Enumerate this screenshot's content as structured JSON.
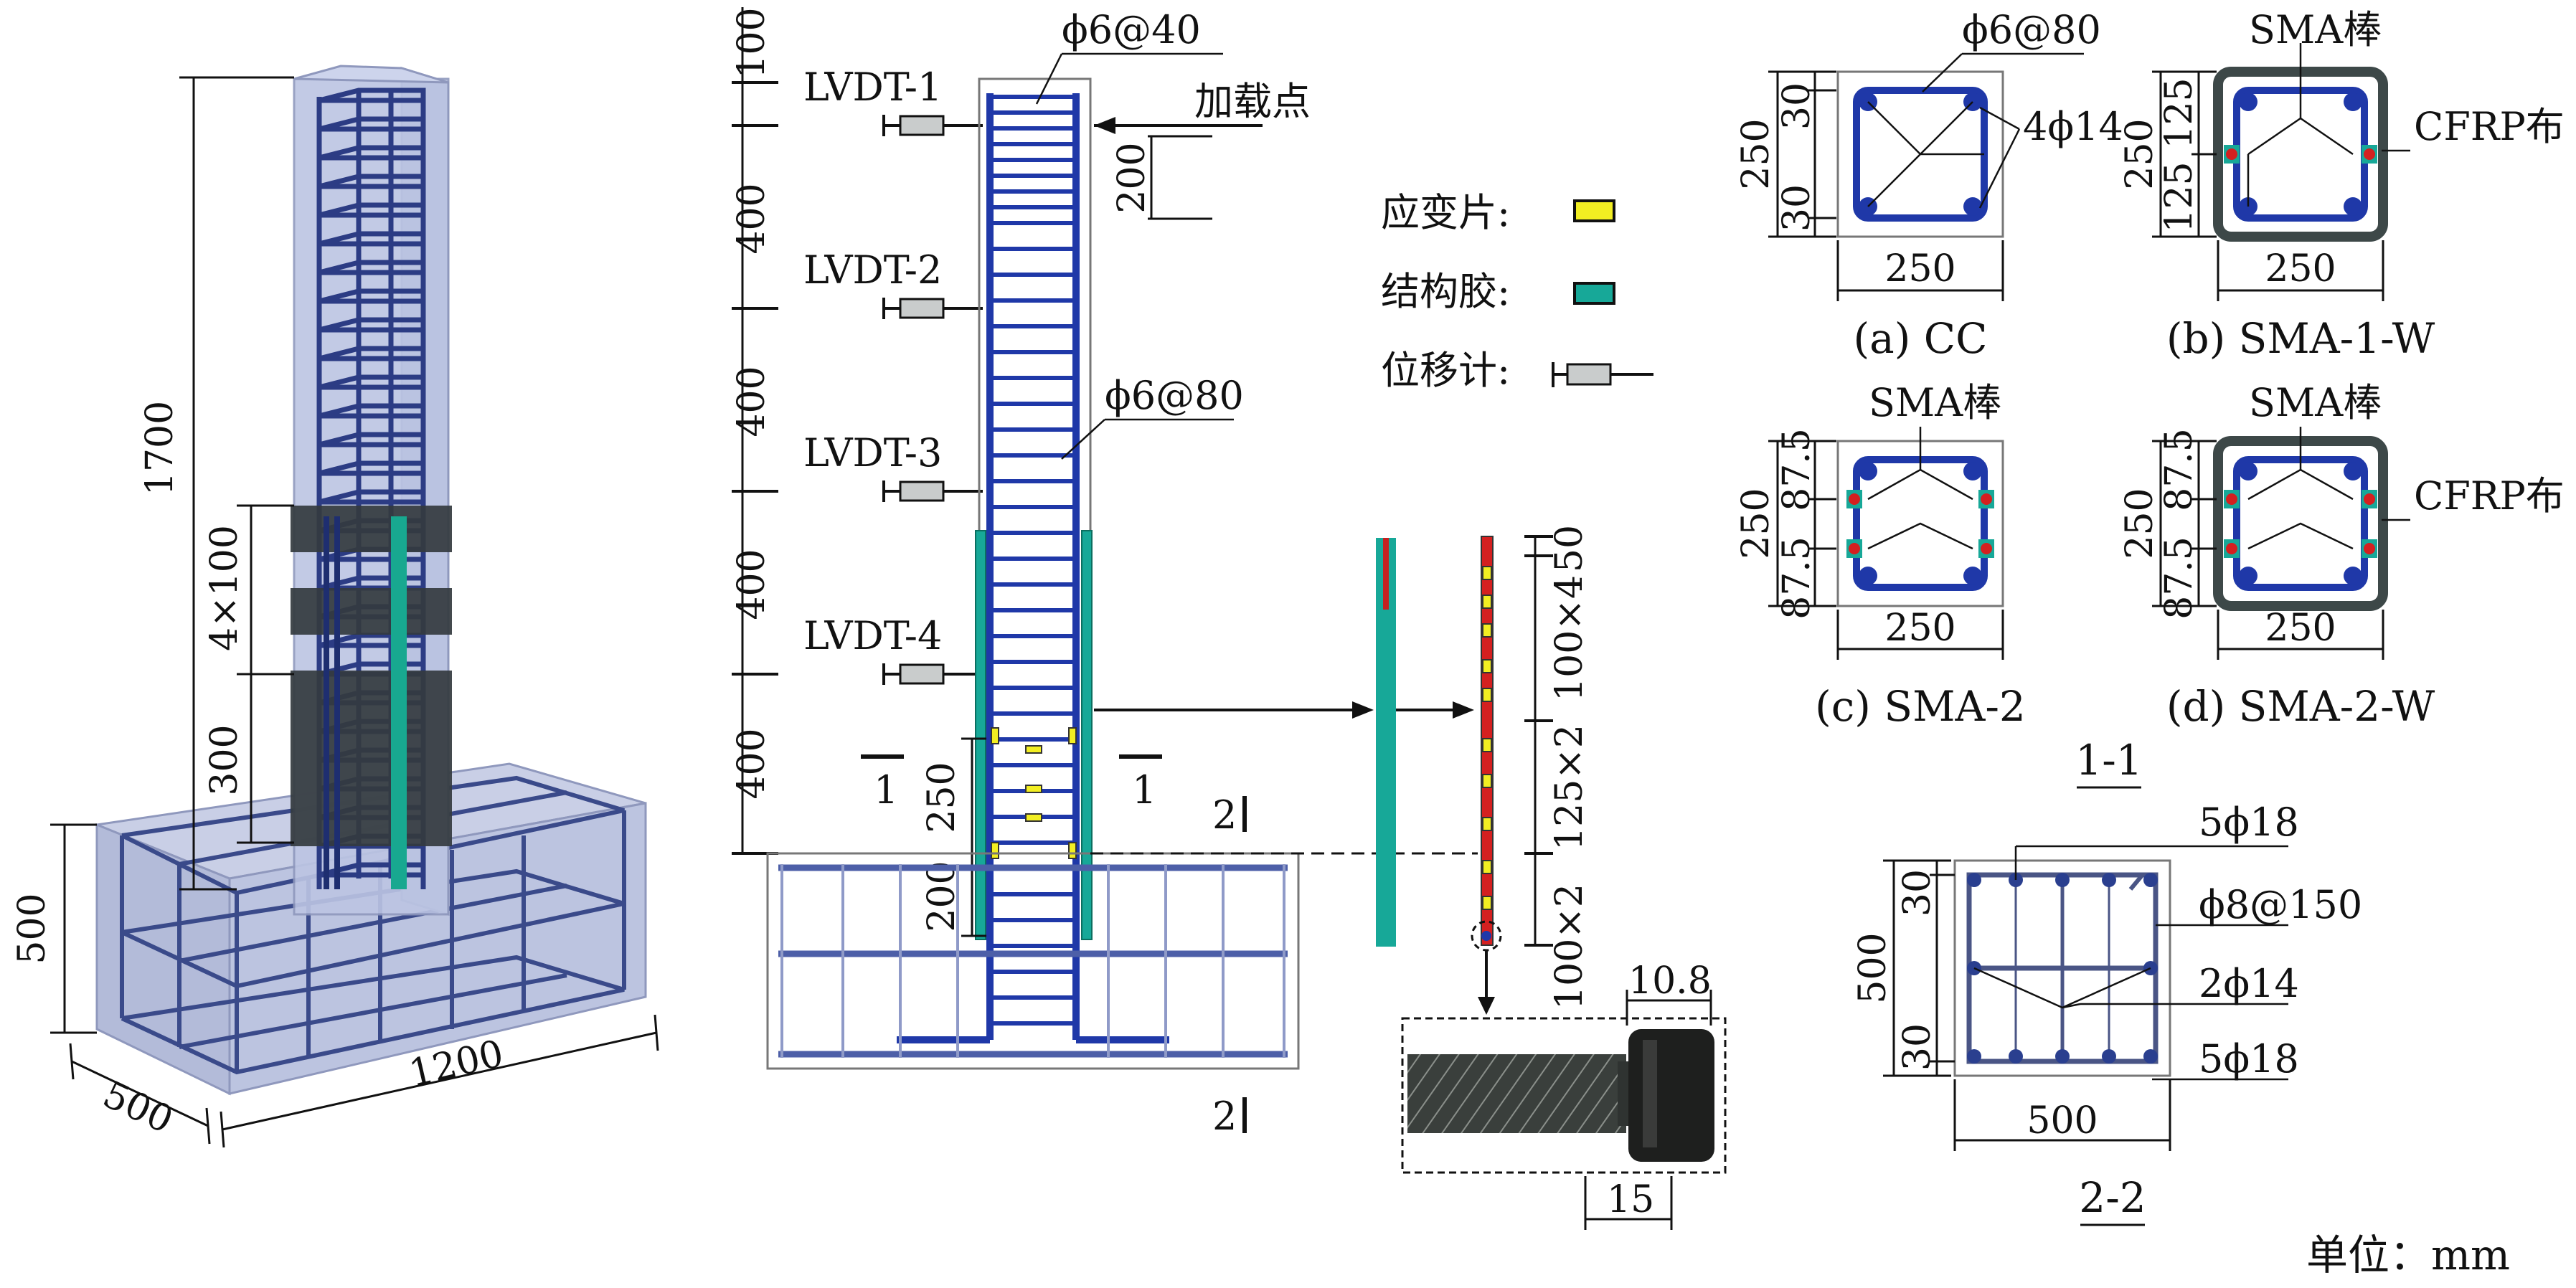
{
  "model3d": {
    "height_dim": "1700",
    "jacket_dim": "4×100",
    "band_dim": "300",
    "base_height_dim": "500",
    "base_depth_dim": "500",
    "base_length_dim": "1200"
  },
  "elevation": {
    "top_dim": "100",
    "seg_dims": [
      "400",
      "400",
      "400",
      "400"
    ],
    "lvdts": [
      "LVDT-1",
      "LVDT-2",
      "LVDT-3",
      "LVDT-4"
    ],
    "stirrup_dense": "ϕ6@40",
    "stirrup_normal": "ϕ6@80",
    "load_point": "加载点",
    "load_dim": "200",
    "dim_250": "250",
    "dim_200": "200",
    "sec1_left": "1",
    "sec1_right": "1",
    "sec2_top": "2",
    "sec2_bottom": "2"
  },
  "legend": {
    "strain_gauge": "应变片:",
    "adhesive": "结构胶:",
    "displacement_meter": "位移计:",
    "colors": {
      "strain_gauge": "#f2ee22",
      "adhesive": "#17a898",
      "displacement_meter": "#c9cccc"
    }
  },
  "sma_bar": {
    "dims": [
      "50",
      "100×4",
      "125×2",
      "100×2"
    ],
    "detail_dims": [
      "10.8",
      "15"
    ]
  },
  "sections": {
    "a": {
      "stirrup": "ϕ6@80",
      "long_bar": "4ϕ14",
      "dims": [
        "250",
        "30",
        "30",
        "250"
      ],
      "caption": "(a) CC"
    },
    "b": {
      "sma": "SMA棒",
      "cfrp": "CFRP布",
      "dims": [
        "250",
        "125",
        "125",
        "250"
      ],
      "caption": "(b) SMA-1-W"
    },
    "c": {
      "sma": "SMA棒",
      "dims": [
        "250",
        "87.5",
        "87.5",
        "250"
      ],
      "caption": "(c) SMA-2"
    },
    "d": {
      "sma": "SMA棒",
      "cfrp": "CFRP布",
      "dims": [
        "250",
        "87.5",
        "87.5",
        "250"
      ],
      "caption": "(d) SMA-2-W"
    },
    "title_1_1": "1-1"
  },
  "section22": {
    "top_bars": "5ϕ18",
    "stirrup": "ϕ8@150",
    "mid_bars": "2ϕ14",
    "bottom_bars": "5ϕ18",
    "dims": [
      "500",
      "30",
      "30",
      "500"
    ],
    "title": "2-2"
  },
  "unit": "单位：mm",
  "colors": {
    "rebar": "#2a3f8f",
    "sma": "#d42020",
    "cfrp": "#2f4a4a",
    "concrete": "#b9c2dc",
    "jacket": "#3d4448"
  }
}
